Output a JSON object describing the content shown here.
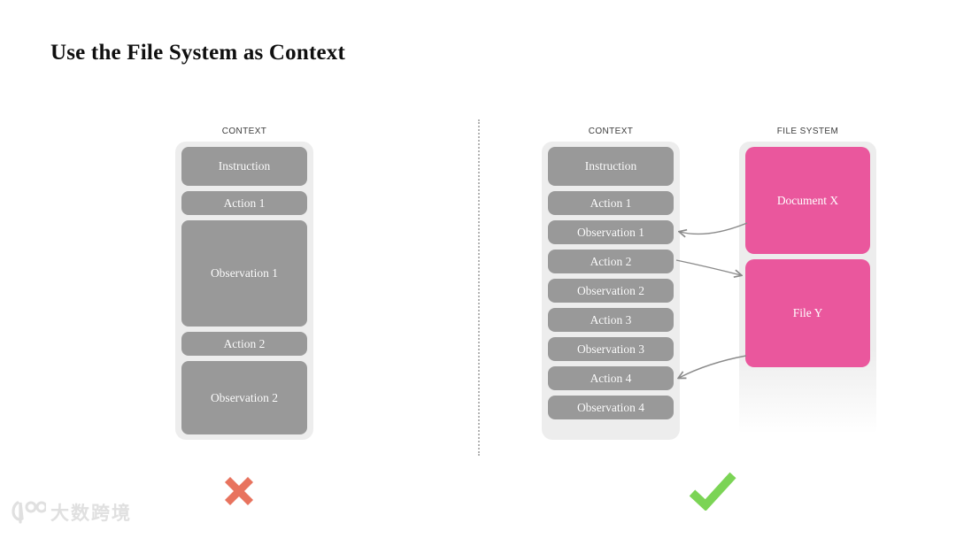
{
  "title": "Use the File System as Context",
  "left_panel": {
    "header": "CONTEXT",
    "boxes": [
      "Instruction",
      "Action 1",
      "Observation 1",
      "Action 2",
      "Observation 2"
    ],
    "verdict": "wrong"
  },
  "right_panel": {
    "context": {
      "header": "CONTEXT",
      "boxes": [
        "Instruction",
        "Action 1",
        "Observation 1",
        "Action 2",
        "Observation 2",
        "Action 3",
        "Observation 3",
        "Action 4",
        "Observation 4"
      ]
    },
    "file_system": {
      "header": "FILE SYSTEM",
      "boxes": [
        "Document X",
        "File Y"
      ]
    },
    "arrows": [
      {
        "from": "Document X",
        "to": "Observation 1"
      },
      {
        "from": "Action 2",
        "to": "File Y"
      },
      {
        "from": "File Y",
        "to": "Action 4"
      }
    ],
    "verdict": "correct"
  },
  "watermark": {
    "logo": "100",
    "text": "大数跨境"
  },
  "colors": {
    "gray_box": "#999999",
    "panel_bg": "#ededed",
    "pink_box": "#EA579D",
    "arrow": "#8a8a8a",
    "x_mark": "#E8735E",
    "check_mark": "#7BD455"
  }
}
